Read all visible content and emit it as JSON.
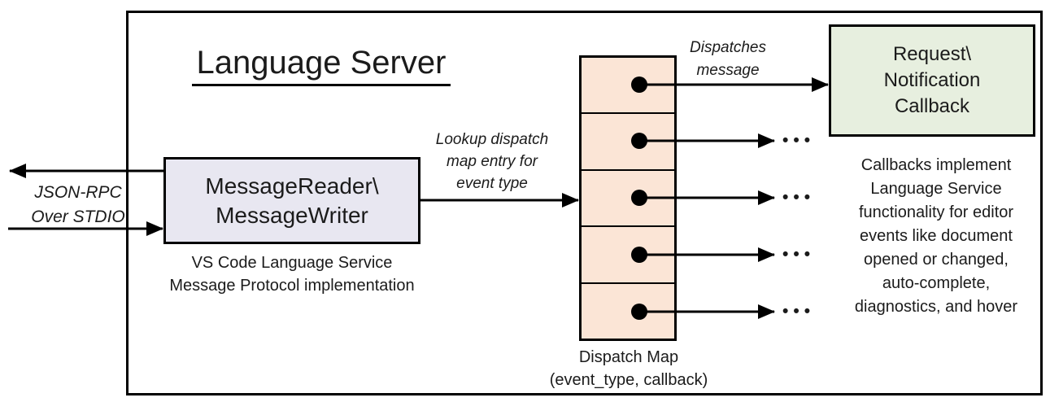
{
  "diagram": {
    "title": "Language Server",
    "io": {
      "line1": "JSON-RPC",
      "line2": "Over STDIO"
    },
    "reader": {
      "line1": "MessageReader\\",
      "line2": "MessageWriter",
      "caption1": "VS Code Language Service",
      "caption2": "Message Protocol implementation"
    },
    "lookup": {
      "line1": "Lookup dispatch",
      "line2": "map entry for",
      "line3": "event type"
    },
    "dispatch": {
      "label1": "Dispatches",
      "label2": "message",
      "caption1": "Dispatch Map",
      "caption2": "(event_type, callback)",
      "ellipsis": "•••"
    },
    "callback": {
      "line1": "Request\\",
      "line2": "Notification",
      "line3": "Callback",
      "note1": "Callbacks implement",
      "note2": "Language Service",
      "note3": "functionality for editor",
      "note4": "events like document",
      "note5": "opened or changed,",
      "note6": "auto-complete,",
      "note7": "diagnostics, and hover"
    },
    "colors": {
      "reader_fill": "#E8E7F1",
      "map_fill": "#FBE5D6",
      "callback_fill": "#E7EFDF",
      "line": "#000000"
    }
  }
}
